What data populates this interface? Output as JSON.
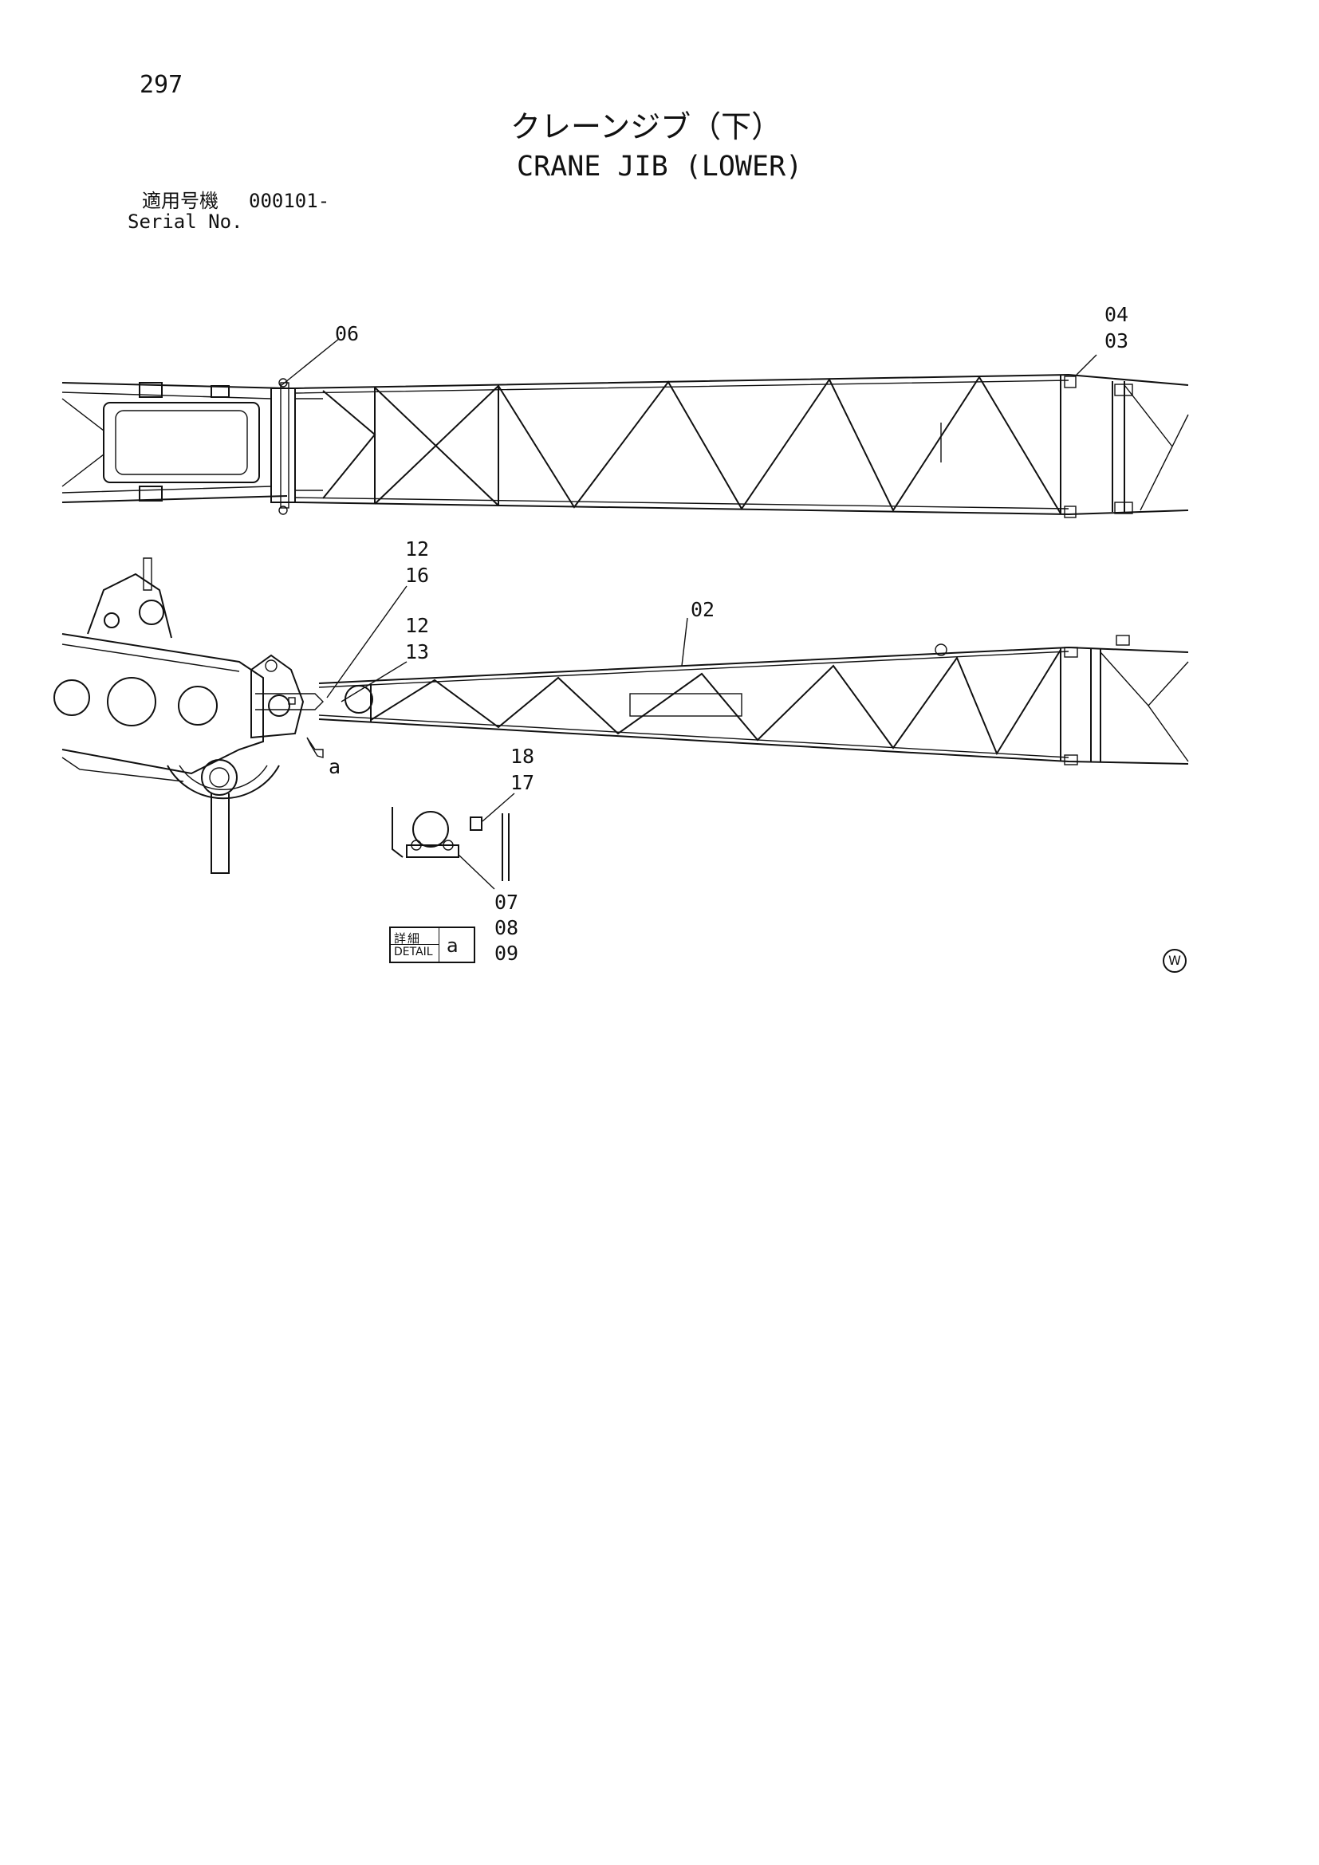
{
  "page": {
    "number": "297",
    "title_ja": "クレーンジブ（下）",
    "title_en": "CRANE JIB (LOWER)",
    "serial_label_ja": "適用号機",
    "serial_range": "000101-",
    "serial_label_en": "Serial No."
  },
  "callouts": {
    "c06": "06",
    "c04": "04",
    "c03": "03",
    "c12a": "12",
    "c16": "16",
    "c12b": "12",
    "c13": "13",
    "c02": "02",
    "c18": "18",
    "c17": "17",
    "c07": "07",
    "c08": "08",
    "c09": "09",
    "ca": "a"
  },
  "detail": {
    "label_ja": "詳細",
    "label_en": "DETAIL",
    "letter": "a"
  },
  "mark": "W"
}
